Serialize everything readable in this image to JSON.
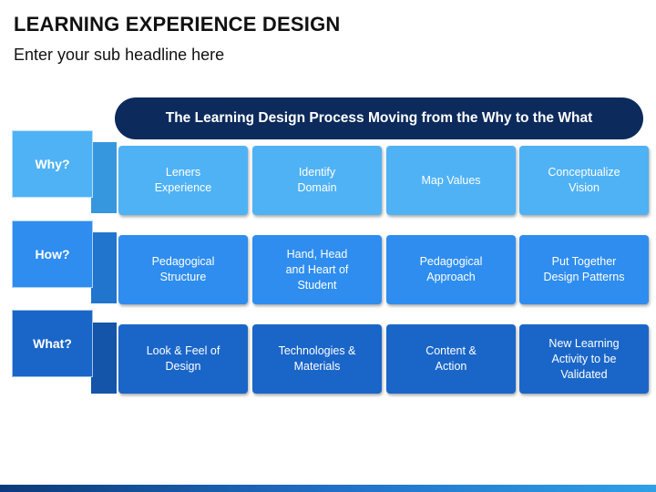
{
  "header": {
    "title": "LEARNING EXPERIENCE DESIGN",
    "subtitle": "Enter your sub headline here"
  },
  "banner": "The Learning Design Process Moving from the Why to the What",
  "rows": [
    {
      "label": "Why?",
      "color": "#4fb2f5",
      "band_color": "#3797de",
      "cells": [
        "Leners\nExperience",
        "Identify\nDomain",
        "Map Values",
        "Conceptualize\nVision"
      ]
    },
    {
      "label": "How?",
      "color": "#2e8def",
      "band_color": "#2275cc",
      "cells": [
        "Pedagogical\nStructure",
        "Hand, Head\nand Heart of\nStudent",
        "Pedagogical\nApproach",
        "Put Together\nDesign Patterns"
      ]
    },
    {
      "label": "What?",
      "color": "#1a66c8",
      "band_color": "#1455a9",
      "cells": [
        "Look & Feel of\nDesign",
        "Technologies &\nMaterials",
        "Content &\nAction",
        "New Learning\nActivity to be\nValidated"
      ]
    }
  ]
}
